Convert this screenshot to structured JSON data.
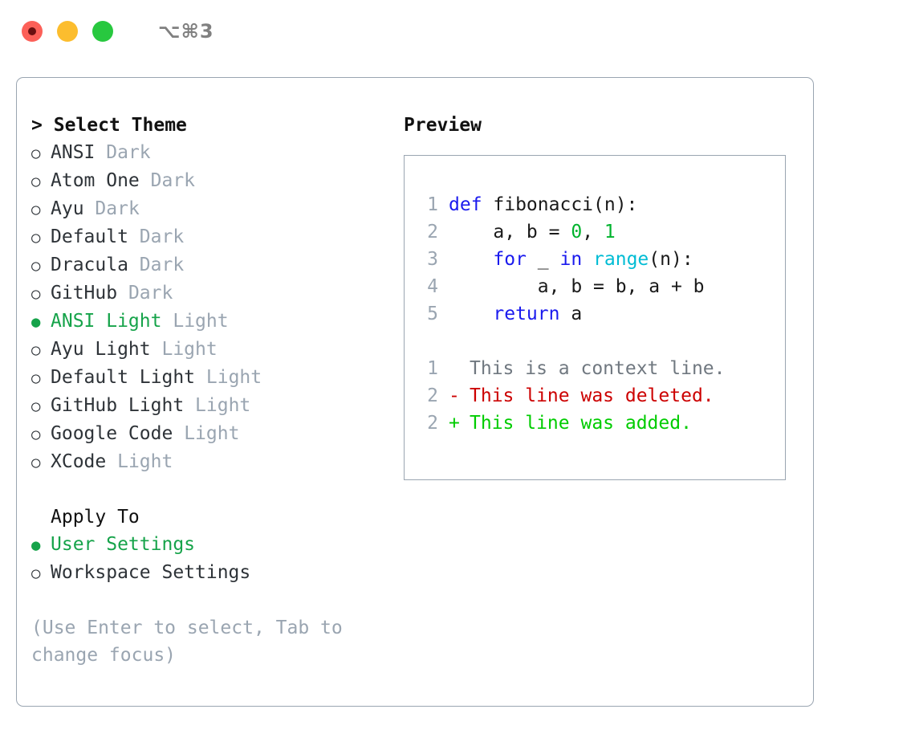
{
  "titlebar": {
    "lights": [
      "close-red",
      "minimize-yellow",
      "maximize-green"
    ],
    "shortcut": "⌥⌘3"
  },
  "colors": {
    "accent_green": "#16a34a",
    "muted_gray": "#9aa5b1",
    "text": "#2e3338",
    "border": "#9aa5b1",
    "keyword_blue": "#1a1aee",
    "number_green": "#00b32d",
    "builtin_cyan": "#00bcd4",
    "diff_del_red": "#cc0000",
    "diff_add_green": "#00cc00"
  },
  "theme_picker": {
    "caret": ">",
    "heading": "Select Theme",
    "bullet_selected": "●",
    "bullet_unselected": "○",
    "items": [
      {
        "name": "ANSI",
        "suffix": "Dark",
        "selected": false
      },
      {
        "name": "Atom One",
        "suffix": "Dark",
        "selected": false
      },
      {
        "name": "Ayu",
        "suffix": "Dark",
        "selected": false
      },
      {
        "name": "Default",
        "suffix": "Dark",
        "selected": false
      },
      {
        "name": "Dracula",
        "suffix": "Dark",
        "selected": false
      },
      {
        "name": "GitHub",
        "suffix": "Dark",
        "selected": false
      },
      {
        "name": "ANSI Light",
        "suffix": "Light",
        "selected": true
      },
      {
        "name": "Ayu Light",
        "suffix": "Light",
        "selected": false
      },
      {
        "name": "Default Light",
        "suffix": "Light",
        "selected": false
      },
      {
        "name": "GitHub Light",
        "suffix": "Light",
        "selected": false
      },
      {
        "name": "Google Code",
        "suffix": "Light",
        "selected": false
      },
      {
        "name": "XCode",
        "suffix": "Light",
        "selected": false
      }
    ]
  },
  "apply_to": {
    "heading": "Apply To",
    "items": [
      {
        "name": "User Settings",
        "selected": true
      },
      {
        "name": "Workspace Settings",
        "selected": false
      }
    ]
  },
  "hint": "(Use Enter to select, Tab to change focus)",
  "preview": {
    "title": "Preview",
    "code_lines": [
      {
        "number": "1",
        "tokens": [
          {
            "text": "def ",
            "type": "kw"
          },
          {
            "text": "fibonacci(n):",
            "type": "plain"
          }
        ]
      },
      {
        "number": "2",
        "tokens": [
          {
            "text": "    a, b = ",
            "type": "plain"
          },
          {
            "text": "0",
            "type": "num"
          },
          {
            "text": ", ",
            "type": "plain"
          },
          {
            "text": "1",
            "type": "num"
          }
        ]
      },
      {
        "number": "3",
        "tokens": [
          {
            "text": "    ",
            "type": "plain"
          },
          {
            "text": "for",
            "type": "kw"
          },
          {
            "text": " _ ",
            "type": "plain"
          },
          {
            "text": "in",
            "type": "kw"
          },
          {
            "text": " ",
            "type": "plain"
          },
          {
            "text": "range",
            "type": "builtin"
          },
          {
            "text": "(n):",
            "type": "plain"
          }
        ]
      },
      {
        "number": "4",
        "tokens": [
          {
            "text": "        a, b = b, a + b",
            "type": "plain"
          }
        ]
      },
      {
        "number": "5",
        "tokens": [
          {
            "text": "    ",
            "type": "plain"
          },
          {
            "text": "return",
            "type": "kw"
          },
          {
            "text": " a",
            "type": "plain"
          }
        ]
      }
    ],
    "diff_lines": [
      {
        "number": "1",
        "marker": " ",
        "text": "This is a context line.",
        "kind": "context"
      },
      {
        "number": "2",
        "marker": "-",
        "text": "This line was deleted.",
        "kind": "deleted"
      },
      {
        "number": "2",
        "marker": "+",
        "text": "This line was added.",
        "kind": "added"
      }
    ]
  }
}
